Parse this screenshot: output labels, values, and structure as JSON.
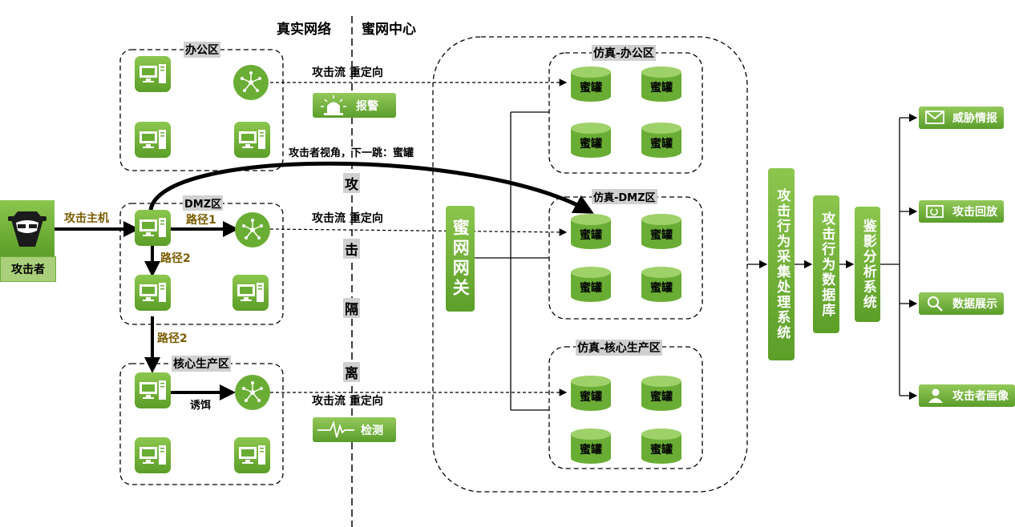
{
  "header": {
    "left": "真实网络",
    "right": "蜜网中心"
  },
  "attacker": {
    "label": "攻击者",
    "host_label": "攻击主机"
  },
  "zones": {
    "office": "办公区",
    "dmz": "DMZ区",
    "core": "核心生产区",
    "sim_office": "仿真-办公区",
    "sim_dmz": "仿真-DMZ区",
    "sim_core": "仿真-核心生产区"
  },
  "paths": {
    "path1": "路径1",
    "path2a": "路径2",
    "path2b": "路径2",
    "lure": "诱饵"
  },
  "flows": {
    "redirect1": "攻击流 重定向",
    "redirect2": "攻击流 重定向",
    "redirect3": "攻击流 重定向",
    "attacker_view": "攻击者视角，下一跳：蜜罐"
  },
  "buttons": {
    "alarm": "报警",
    "detect": "检测"
  },
  "isolation": [
    "攻",
    "击",
    "隔",
    "离"
  ],
  "honeypot_label": "蜜罐",
  "gateway": "蜜网网关",
  "systems": {
    "collect": "攻击行为采集处理系统",
    "database": "攻击行为数据库",
    "analysis": "鉴影分析系统"
  },
  "outputs": [
    "威胁情报",
    "攻击回放",
    "数据展示",
    "攻击者画像"
  ],
  "colors": {
    "green": "#6aad35",
    "dark_text": "#7a5c00"
  }
}
